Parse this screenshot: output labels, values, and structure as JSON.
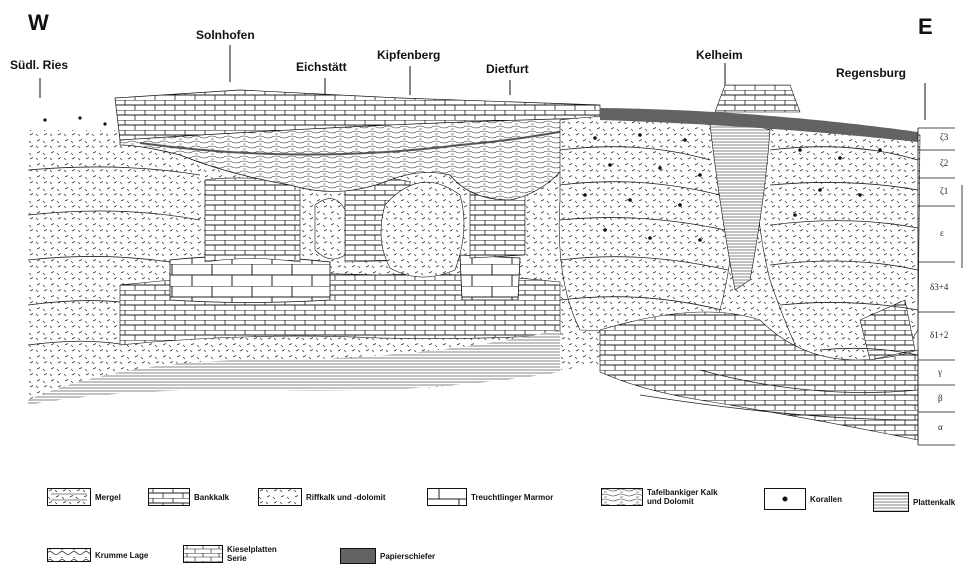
{
  "directions": {
    "west": "W",
    "east": "E"
  },
  "localities": [
    {
      "name": "Südl. Ries"
    },
    {
      "name": "Solnhofen"
    },
    {
      "name": "Eichstätt"
    },
    {
      "name": "Kipfenberg"
    },
    {
      "name": "Dietfurt"
    },
    {
      "name": "Kelheim"
    },
    {
      "name": "Regensburg"
    }
  ],
  "zones": [
    "ζ3",
    "ζ2",
    "ζ1",
    "ε",
    "δ3+4",
    "δ1+2",
    "γ",
    "β",
    "α"
  ],
  "legend": [
    {
      "label": "Mergel",
      "pattern": "mergel"
    },
    {
      "label": "Bankkalk",
      "pattern": "bankkalk"
    },
    {
      "label": "Riffkalk und -dolomit",
      "pattern": "riff"
    },
    {
      "label": "Treuchtlinger Marmor",
      "pattern": "marmor"
    },
    {
      "label": "Tafelbankiger Kalk\nund Dolomit",
      "pattern": "tafel"
    },
    {
      "label": "Korallen",
      "pattern": "korallen"
    },
    {
      "label": "Plattenkalk",
      "pattern": "platten"
    },
    {
      "label": "Krumme Lage",
      "pattern": "krumme"
    },
    {
      "label": "Kieselplatten\nSerie",
      "pattern": "kiesel"
    },
    {
      "label": "Papierschiefer",
      "pattern": "papier"
    }
  ]
}
